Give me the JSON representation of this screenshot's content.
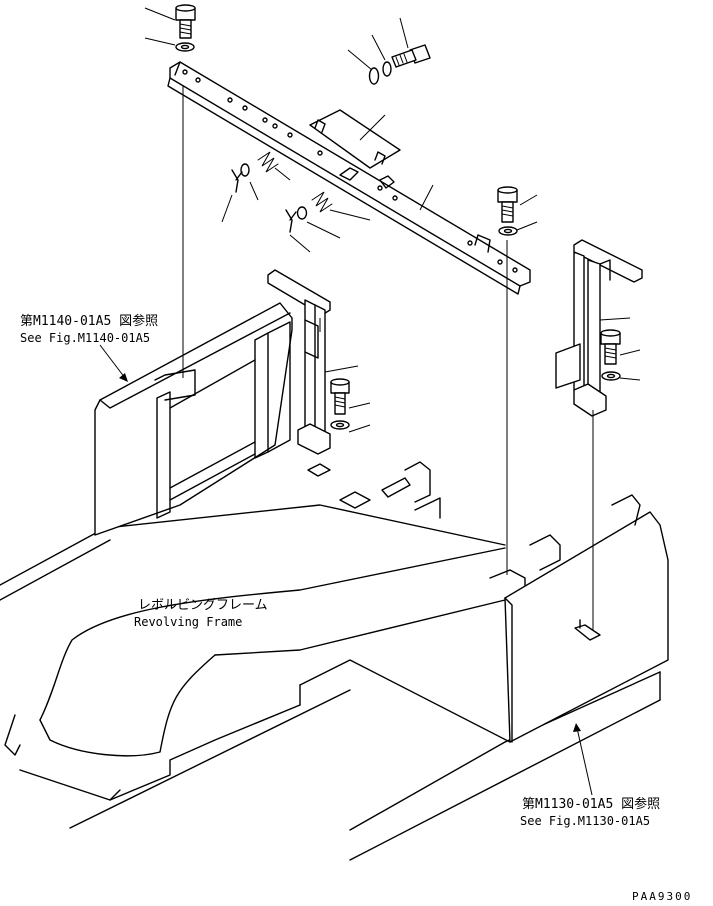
{
  "labels": {
    "ref_left_jp": "第M1140-01A5 図参照",
    "ref_left_en": "See Fig.M1140-01A5",
    "frame_jp": "レボルビングフレーム",
    "frame_en": "Revolving Frame",
    "ref_right_jp": "第M1130-01A5 図参照",
    "ref_right_en": "See Fig.M1130-01A5",
    "drawing_code": "PAA9300"
  }
}
